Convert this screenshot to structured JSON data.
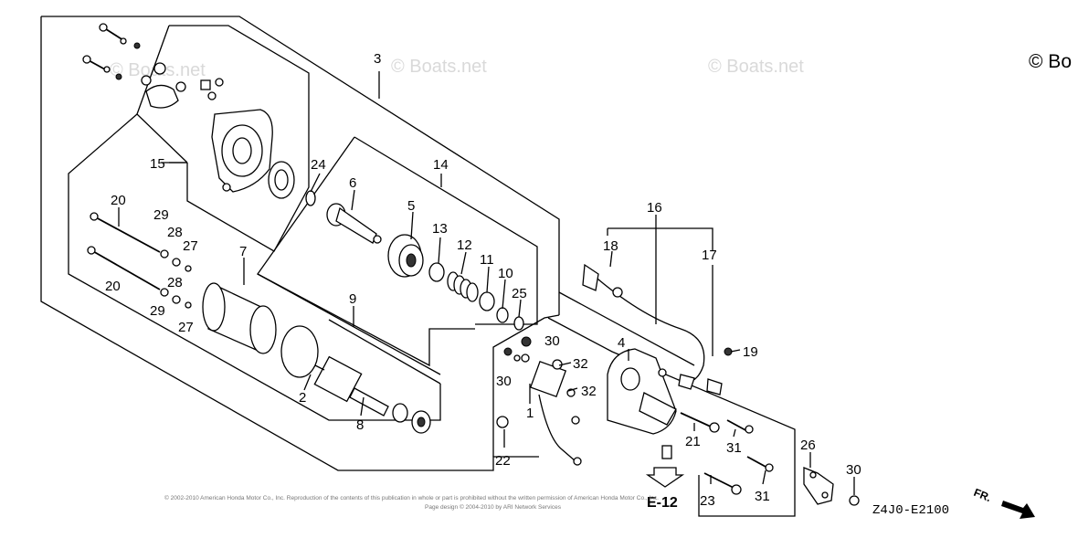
{
  "watermarks": [
    "© Boats.net",
    "© Boats.net",
    "© Boats.net",
    "© Boats.net"
  ],
  "copyright_corner": "© Bo",
  "diagram_code": "Z4J0-E2100",
  "reference": "E-12",
  "direction": "FR.",
  "footer_line1": "© 2002-2010 American Honda Motor Co., Inc. Reproduction of the contents of this publication in whole or part is prohibited without the written permission of American Honda Motor Co., Inc.",
  "footer_line2": "Page design © 2004-2010 by ARI Network Services",
  "callouts": [
    "3",
    "15",
    "24",
    "6",
    "14",
    "5",
    "13",
    "12",
    "11",
    "10",
    "25",
    "16",
    "18",
    "17",
    "20",
    "29",
    "28",
    "27",
    "20",
    "28",
    "29",
    "27",
    "7",
    "9",
    "2",
    "8",
    "30",
    "30",
    "4",
    "32",
    "32",
    "19",
    "1",
    "21",
    "31",
    "26",
    "30",
    "22",
    "31",
    "23"
  ]
}
